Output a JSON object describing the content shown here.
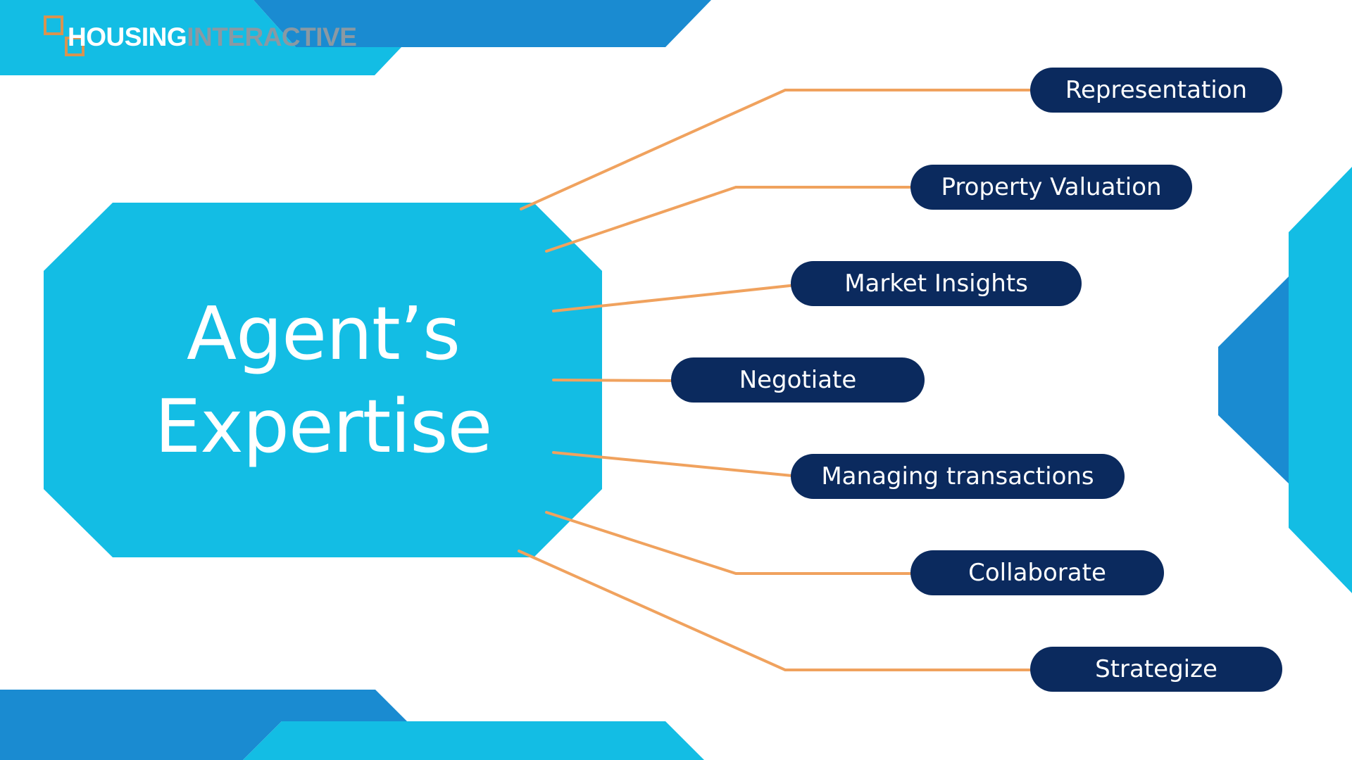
{
  "brand": {
    "name_part1": "HOUSING",
    "name_part2": "INTERACTIVE"
  },
  "center_node": {
    "line1": "Agent’s",
    "line2": "Expertise"
  },
  "branches": [
    "Representation",
    "Property Valuation",
    "Market Insights",
    "Negotiate",
    "Managing transactions",
    "Collaborate",
    "Strategize"
  ],
  "colors": {
    "light_blue": "#13bde4",
    "mid_blue": "#1a8bd1",
    "navy": "#0b2a5e",
    "connector_orange": "#f0a25e",
    "logo_orange": "#d9934f",
    "logo_gray": "#8a99a3"
  }
}
